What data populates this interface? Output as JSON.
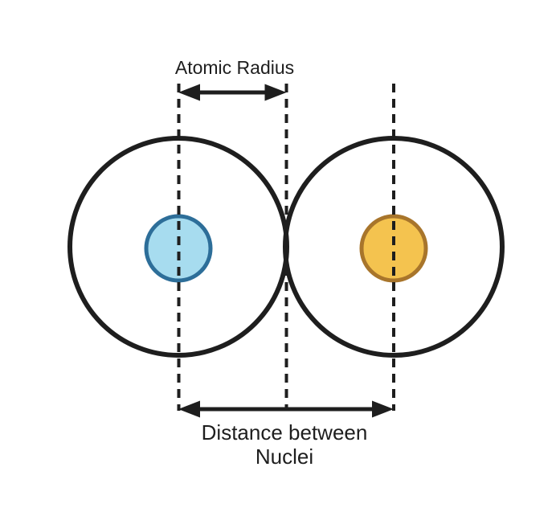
{
  "title": "Atomic Radius",
  "distance_label": {
    "line1": "Distance between",
    "line2": "Nuclei"
  },
  "colors": {
    "background": "#FFFFFF",
    "line": "#1E1E1E",
    "left_nucleus_fill": "#A7DCEF",
    "left_nucleus_border": "#2D6E99",
    "right_nucleus_fill": "#F4C34F",
    "right_nucleus_border": "#A8752B"
  }
}
